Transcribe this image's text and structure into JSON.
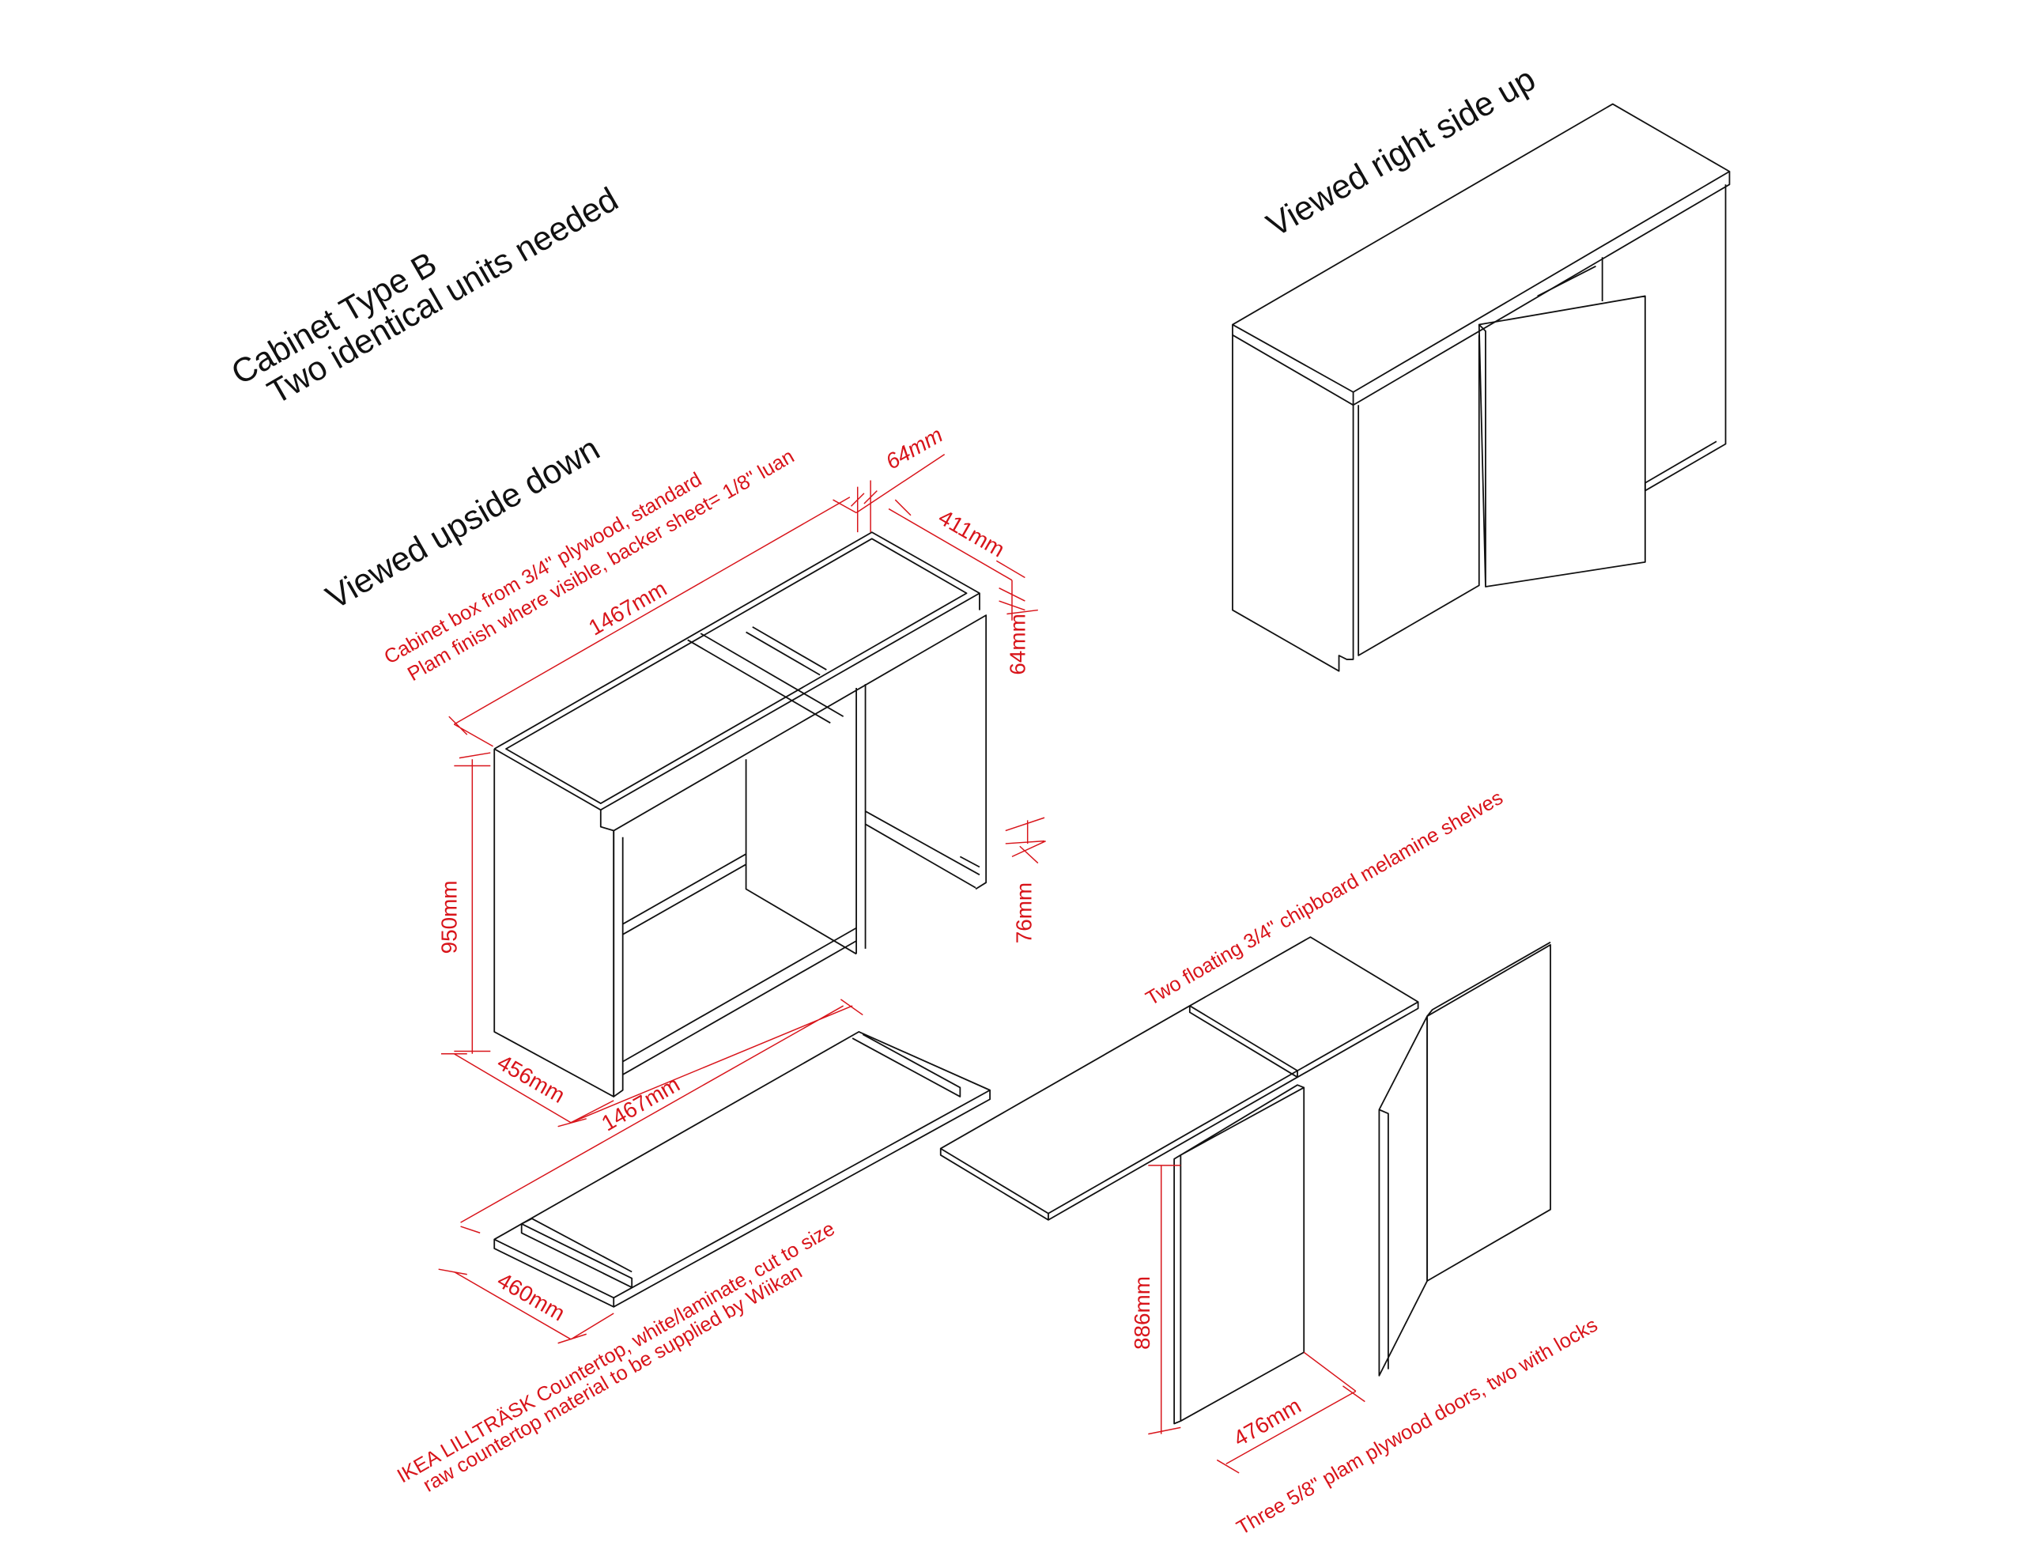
{
  "titles": {
    "cabinet_type": "Cabinet Type B",
    "units_needed": "Two identical units needed",
    "upside_down": "Viewed upside down",
    "right_side_up": "Viewed right side up"
  },
  "notes": {
    "cabinet_box_line1": "Cabinet box from 3/4\" plywood, standard",
    "cabinet_box_line2": "Plam finish where visible, backer sheet= 1/8\" luan",
    "countertop_line1": "IKEA LILLTRÄSK Countertop, white/laminate, cut to size",
    "countertop_line2": "raw countertop material to be supplied by Wiikan",
    "shelves": "Two floating 3/4\"  chipboard melamine shelves",
    "doors": "Three 5/8\"  plam plywood doors, two with locks"
  },
  "dimensions": {
    "cabinet_length": "1467mm",
    "top_offset": "64mm",
    "cabinet_depth_top": "411mm",
    "side_offset": "64mm",
    "cabinet_height": "950mm",
    "toe_kick": "76mm",
    "cabinet_depth": "456mm",
    "cabinet_length_bottom": "1467mm",
    "countertop_depth": "460mm",
    "door_height": "886mm",
    "door_width": "476mm"
  },
  "colors": {
    "annotation": "#d8141a",
    "linework": "#111111"
  }
}
